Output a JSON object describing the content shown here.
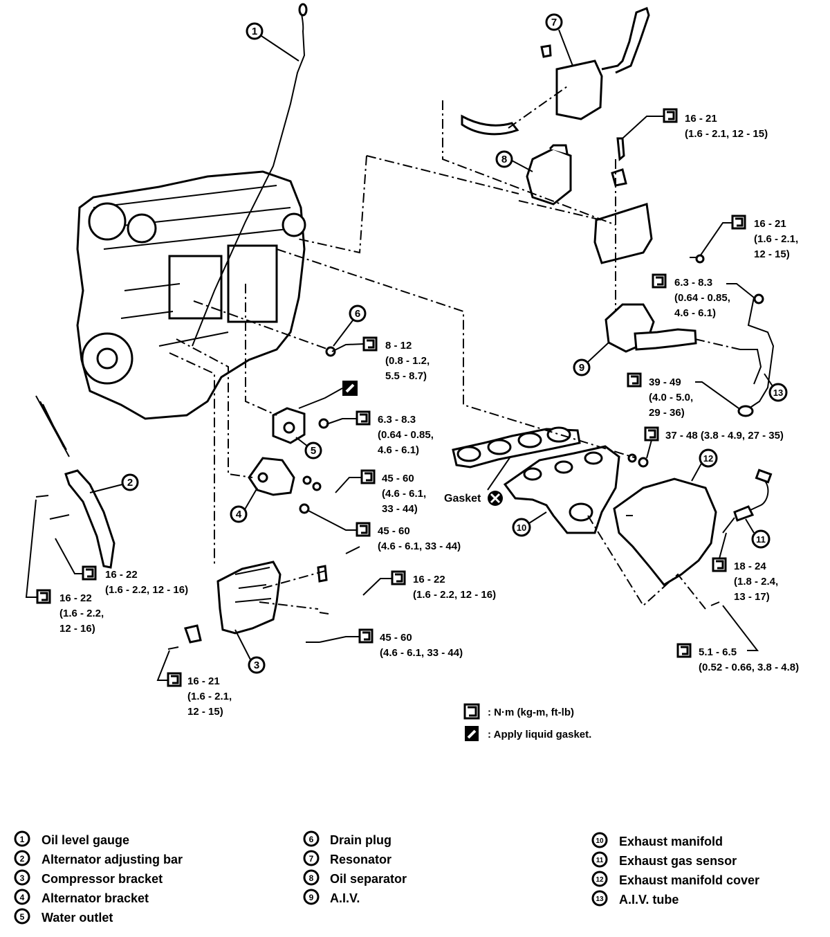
{
  "callouts": [
    "1",
    "2",
    "3",
    "4",
    "5",
    "6",
    "7",
    "8",
    "9",
    "10",
    "11",
    "12",
    "13"
  ],
  "torques": [
    {
      "lines": [
        "16 - 21",
        "(1.6 - 2.1, 12 - 15)"
      ]
    },
    {
      "lines": [
        "16 - 21",
        "(1.6 - 2.1,",
        "12 - 15)"
      ]
    },
    {
      "lines": [
        "6.3 - 8.3",
        "(0.64 - 0.85,",
        "4.6 - 6.1)"
      ]
    },
    {
      "lines": [
        "8 - 12",
        "(0.8 - 1.2,",
        "5.5 - 8.7)"
      ]
    },
    {
      "lines": [
        "39 - 49",
        "(4.0 - 5.0,",
        "29 - 36)"
      ]
    },
    {
      "lines": [
        "6.3 - 8.3",
        "(0.64 - 0.85,",
        "4.6 - 6.1)"
      ]
    },
    {
      "lines": [
        "37 - 48 (3.8 - 4.9, 27 - 35)"
      ]
    },
    {
      "lines": [
        "45 - 60",
        "(4.6 - 6.1,",
        "33 - 44)"
      ]
    },
    {
      "lines": [
        "45 - 60",
        "(4.6 - 6.1, 33 - 44)"
      ]
    },
    {
      "lines": [
        "16 - 22",
        "(1.6 - 2.2, 12 - 16)"
      ]
    },
    {
      "lines": [
        "16 - 22",
        "(1.6 - 2.2,",
        "12 - 16)"
      ]
    },
    {
      "lines": [
        "16 - 22",
        "(1.6 - 2.2, 12 - 16)"
      ]
    },
    {
      "lines": [
        "45 - 60",
        "(4.6 - 6.1, 33 - 44)"
      ]
    },
    {
      "lines": [
        "16 - 21",
        "(1.6 - 2.1,",
        "12 - 15)"
      ]
    },
    {
      "lines": [
        "18 - 24",
        "(1.8 - 2.4,",
        "13 - 17)"
      ]
    },
    {
      "lines": [
        "5.1 - 6.5",
        "(0.52 - 0.66, 3.8 - 4.8)"
      ]
    }
  ],
  "gasket_label": "Gasket",
  "key": {
    "torque_unit": ": N·m (kg-m, ft-lb)",
    "liquid_gasket": ": Apply liquid gasket."
  },
  "legend": [
    {
      "num": "1",
      "name": "Oil level gauge"
    },
    {
      "num": "2",
      "name": "Alternator adjusting bar"
    },
    {
      "num": "3",
      "name": "Compressor bracket"
    },
    {
      "num": "4",
      "name": "Alternator bracket"
    },
    {
      "num": "5",
      "name": "Water outlet"
    },
    {
      "num": "6",
      "name": "Drain plug"
    },
    {
      "num": "7",
      "name": "Resonator"
    },
    {
      "num": "8",
      "name": "Oil separator"
    },
    {
      "num": "9",
      "name": "A.I.V."
    },
    {
      "num": "10",
      "name": "Exhaust manifold"
    },
    {
      "num": "11",
      "name": "Exhaust gas sensor"
    },
    {
      "num": "12",
      "name": "Exhaust manifold cover"
    },
    {
      "num": "13",
      "name": "A.I.V. tube"
    }
  ]
}
